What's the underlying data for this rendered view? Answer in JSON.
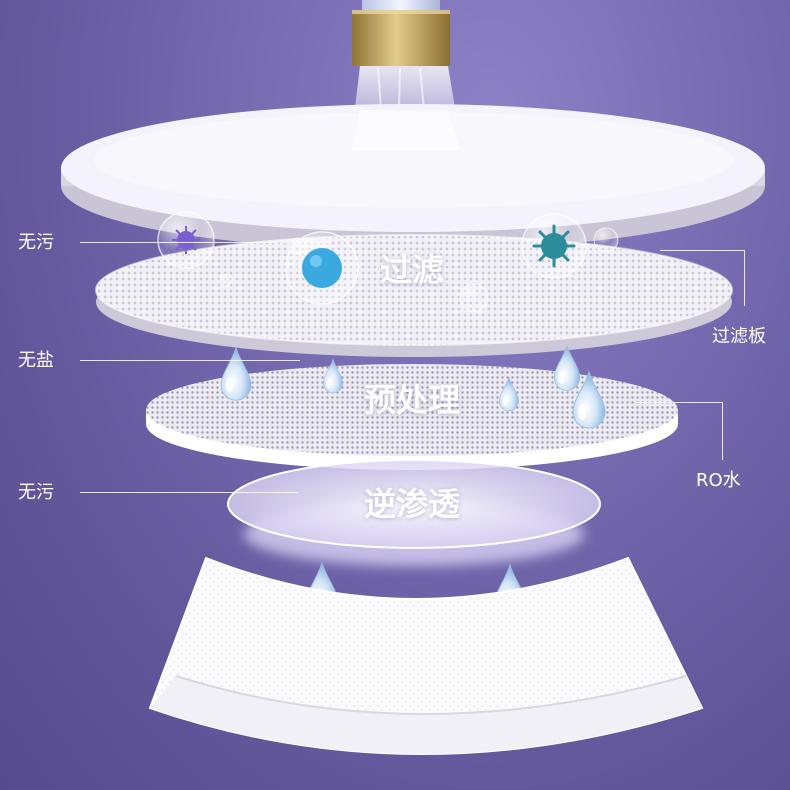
{
  "labels": {
    "left": [
      "无污",
      "无盐",
      "无污"
    ],
    "right": [
      "过滤板",
      "RO水"
    ],
    "layers": [
      "过滤",
      "预处理",
      "逆渗透"
    ]
  },
  "colors": {
    "background": "#6e63a6",
    "disc": "#f4f2fa",
    "text": "#ffffff",
    "bacteria_purple": "#7a5fd0",
    "bacteria_blue": "#39a9df",
    "virus_teal": "#2b8c9a",
    "faucet_gold": "#b89a55"
  },
  "icons": [
    "faucet-icon",
    "water-drop-icon",
    "bacteria-icon",
    "virus-icon",
    "bubble-icon"
  ]
}
